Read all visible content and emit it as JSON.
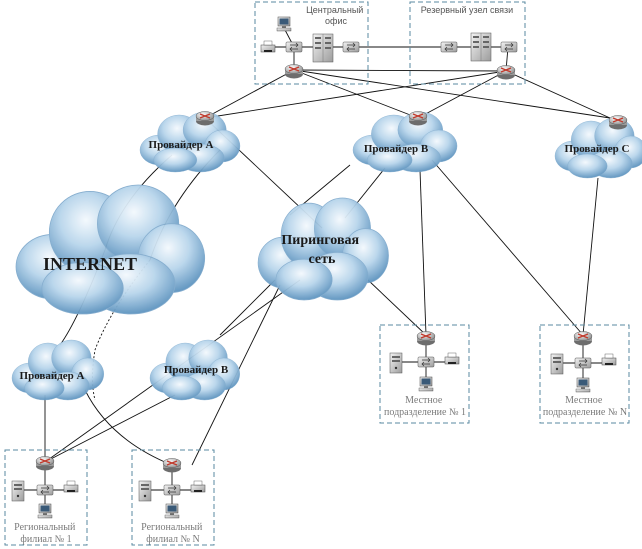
{
  "clouds": {
    "internet": "INTERNET",
    "peering": [
      "Пиринговая",
      "сеть"
    ],
    "provider_a_top": "Провайдер А",
    "provider_b_top": "Провайдер В",
    "provider_c_top": "Провайдер С",
    "provider_a_bottom": "Провайдер А",
    "provider_b_bottom": "Провайдер В"
  },
  "sites": {
    "central_office": [
      "Центральный",
      "офис"
    ],
    "backup_node": "Резервный узел связи",
    "local_unit_1": [
      "Местное",
      "подразделение № 1"
    ],
    "local_unit_n": [
      "Местное",
      "подразделение № N"
    ],
    "regional_branch_1": [
      "Региональный",
      "филиал № 1"
    ],
    "regional_branch_n": [
      "Региональный",
      "филиал № N"
    ]
  },
  "colors": {
    "cloud_light": "#e8f2fa",
    "cloud_mid": "#9cc4e2",
    "cloud_dark": "#4f89b8",
    "box_border": "#5a8aa0",
    "router_body": "#d9d9d9",
    "router_mark": "#c0392b"
  }
}
